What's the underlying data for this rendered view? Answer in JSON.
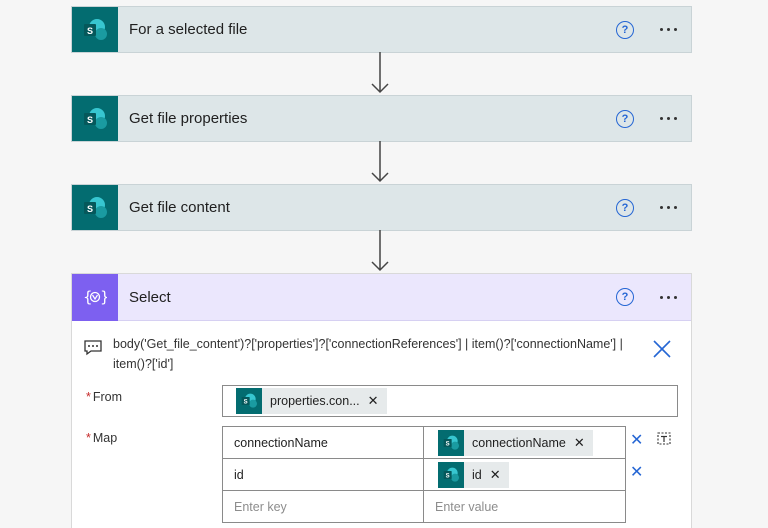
{
  "steps": [
    {
      "title": "For a selected file",
      "icon": "sharepoint-icon"
    },
    {
      "title": "Get file properties",
      "icon": "sharepoint-icon"
    },
    {
      "title": "Get file content",
      "icon": "sharepoint-icon"
    }
  ],
  "select_action": {
    "title": "Select",
    "icon": "data-operation-icon",
    "comment": "body('Get_file_content')?['properties']?['connectionReferences'] | item()?['connectionName'] | item()?['id']",
    "from": {
      "label": "From",
      "token": "properties.con..."
    },
    "map": {
      "label": "Map",
      "rows": [
        {
          "key": "connectionName",
          "value_token": "connectionName"
        },
        {
          "key": "id",
          "value_token": "id"
        }
      ],
      "key_placeholder": "Enter key",
      "value_placeholder": "Enter value"
    }
  },
  "colors": {
    "sharepoint": "#036c70",
    "select_accent": "#7d60f0",
    "link_blue": "#2566d4"
  }
}
